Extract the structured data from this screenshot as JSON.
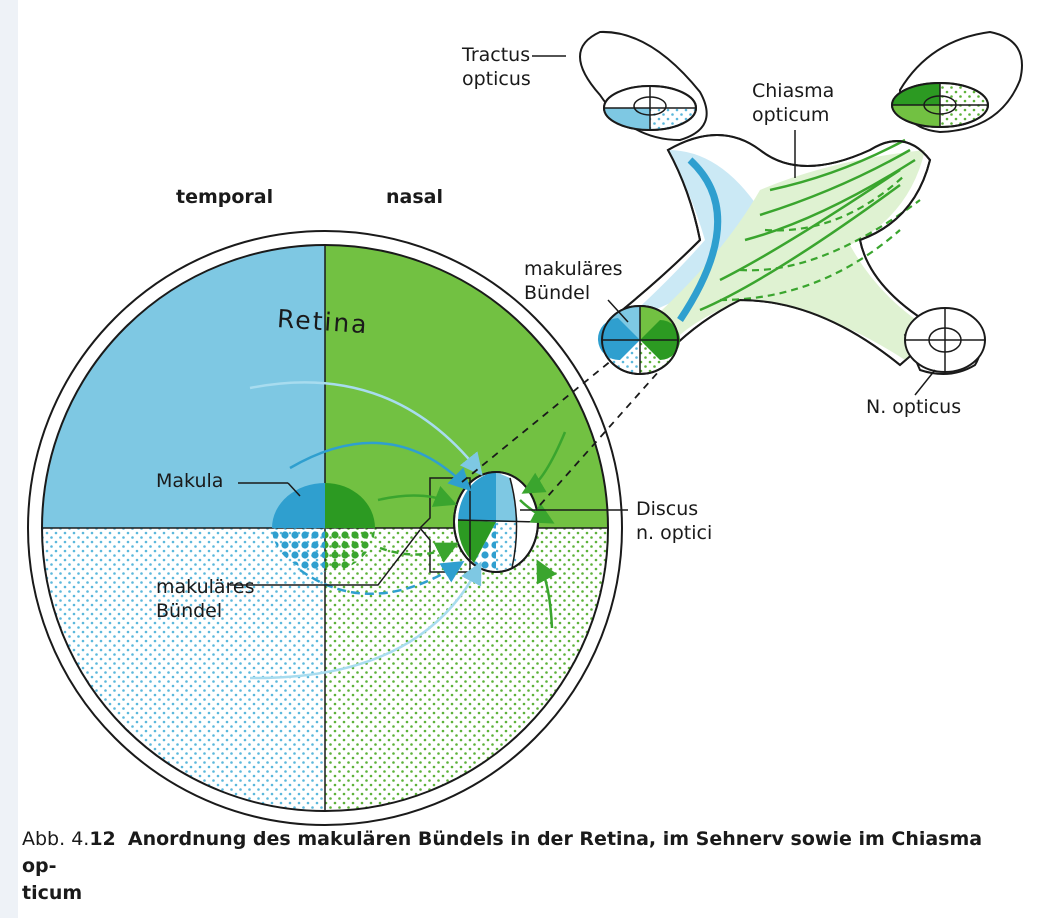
{
  "labels": {
    "tractus_line1": "Tractus",
    "tractus_line2": "opticus",
    "chiasma_line1": "Chiasma",
    "chiasma_line2": "opticum",
    "temporal": "temporal",
    "nasal": "nasal",
    "retina": "Retina",
    "makulares_top_line1": "makuläres",
    "makulares_top_line2": "Bündel",
    "makula": "Makula",
    "discus_line1": "Discus",
    "discus_line2": "n. optici",
    "makulares_left_line1": "makuläres",
    "makulares_left_line2": "Bündel",
    "n_opticus": "N. opticus"
  },
  "caption": {
    "prefix": "Abb. 4.",
    "number": "12",
    "text": "Anordnung des makulären Bündels in der Retina, im Sehnerv sowie im Chiasma op-",
    "text_line2": "ticum"
  },
  "colors": {
    "temporal_blue": "#7ec8e3",
    "nasal_green": "#72c142",
    "dark_blue": "#2f9fcf",
    "dark_green": "#3aa52e",
    "outline": "#1a1a1a"
  }
}
